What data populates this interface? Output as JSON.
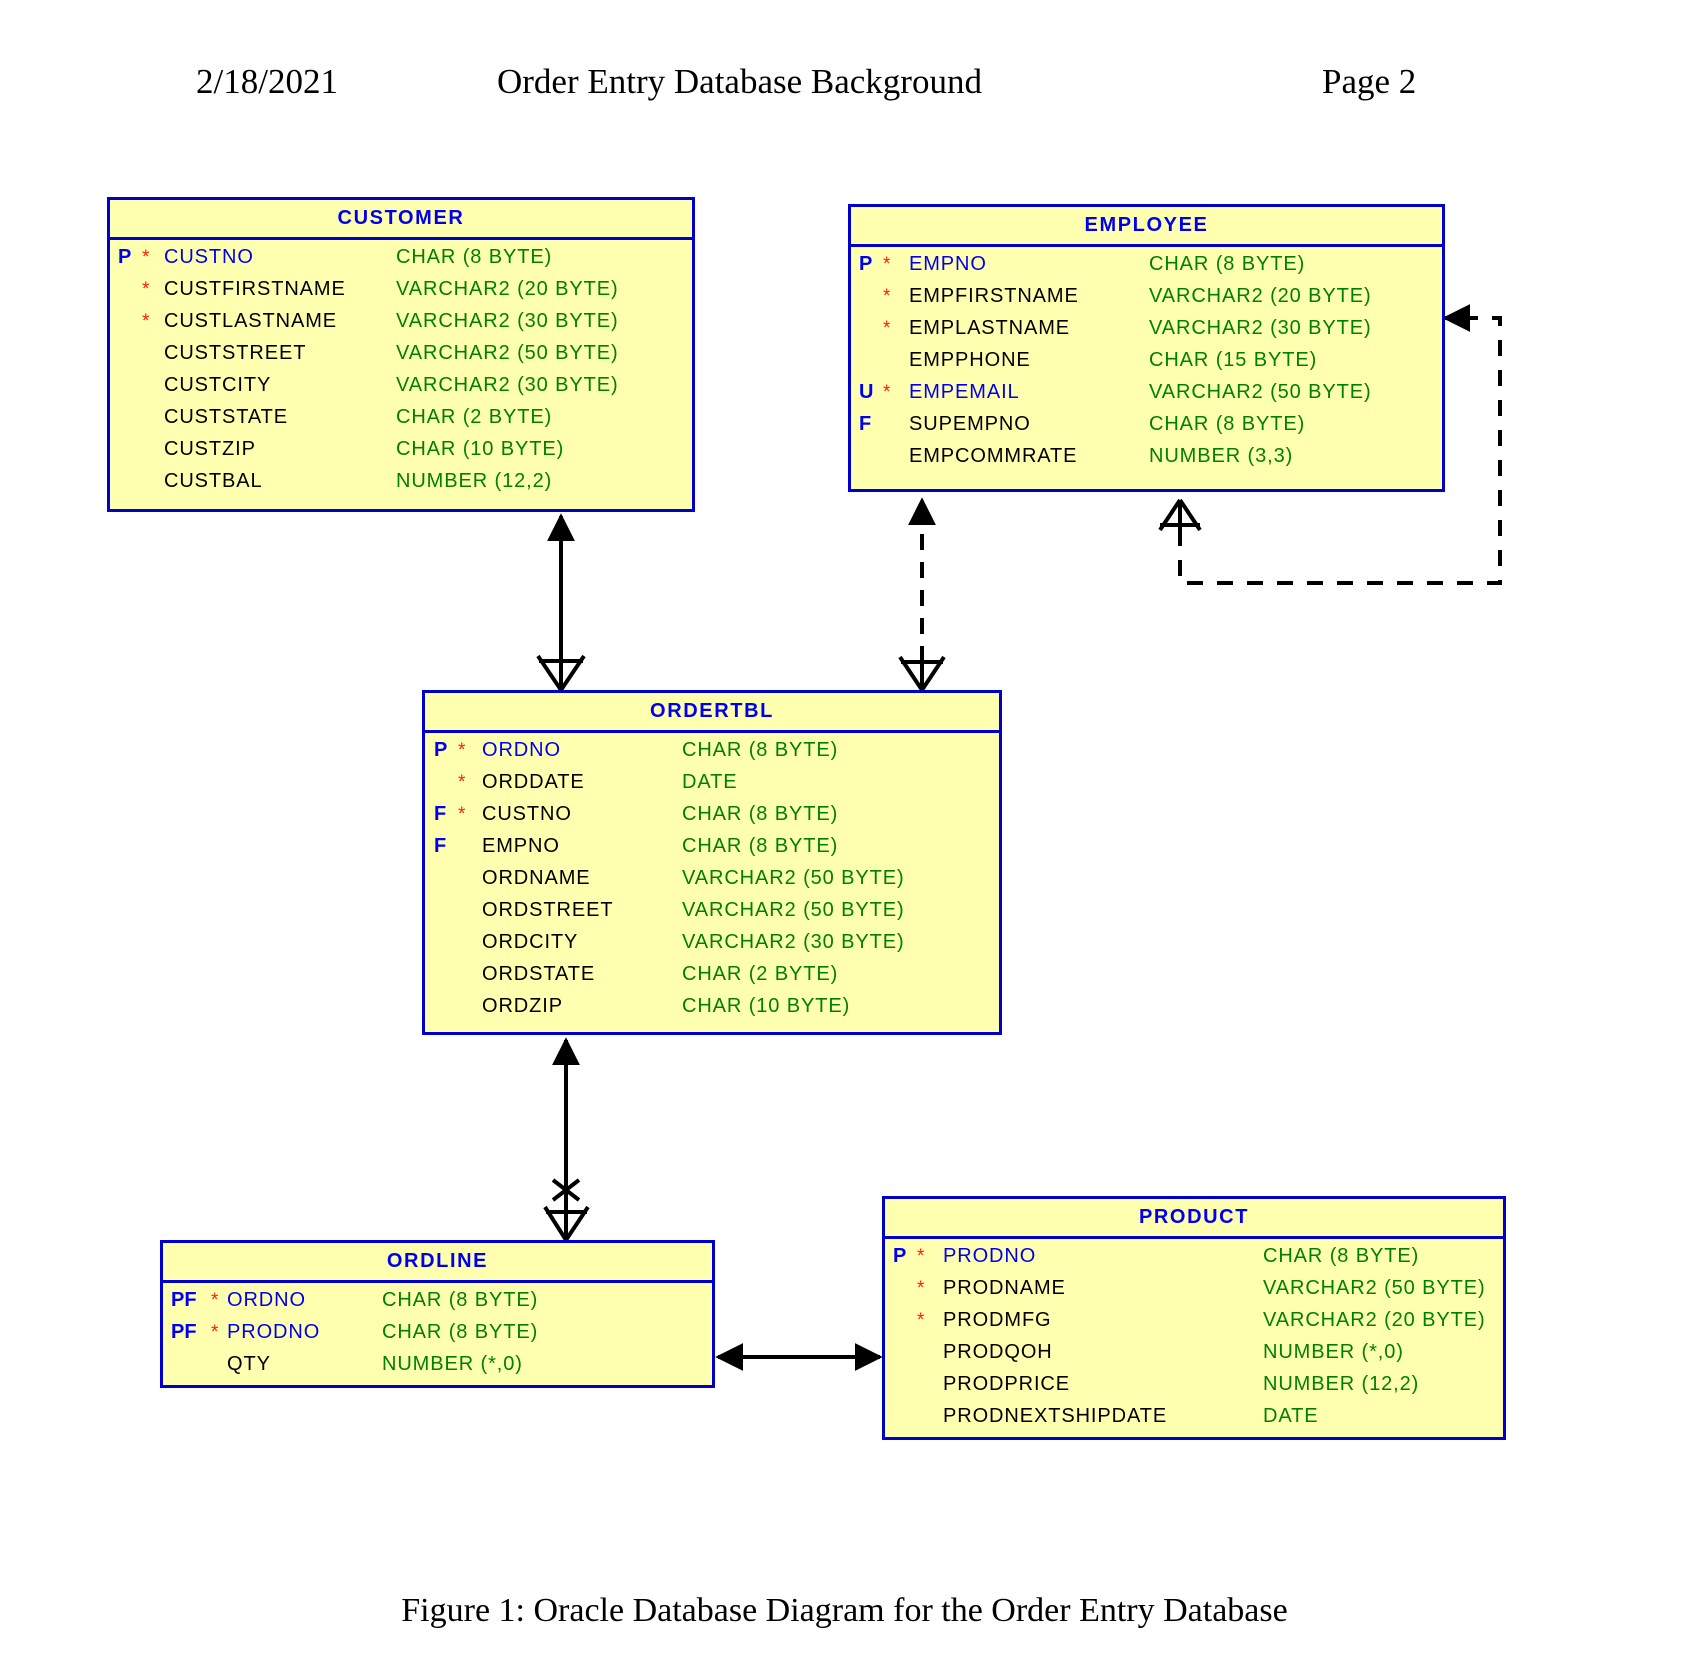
{
  "header": {
    "date": "2/18/2021",
    "title": "Order Entry Database Background",
    "page": "Page 2"
  },
  "caption": "Figure 1: Oracle Database Diagram for the Order Entry Database",
  "colors": {
    "entity_fill": "#ffffb0",
    "entity_border": "#0000cc",
    "title_text": "#0000ee",
    "datatype_text": "#008000",
    "required_marker": "#ff2200",
    "attribute_text": "#000000",
    "connector": "#000000"
  },
  "entities": [
    {
      "id": "customer",
      "name": "CUSTOMER",
      "attributes": [
        {
          "key": "P",
          "required": "*",
          "name": "CUSTNO",
          "type": "CHAR (8 BYTE)",
          "is_key": true
        },
        {
          "key": "",
          "required": "*",
          "name": "CUSTFIRSTNAME",
          "type": "VARCHAR2 (20 BYTE)",
          "is_key": false
        },
        {
          "key": "",
          "required": "*",
          "name": "CUSTLASTNAME",
          "type": "VARCHAR2 (30 BYTE)",
          "is_key": false
        },
        {
          "key": "",
          "required": "",
          "name": "CUSTSTREET",
          "type": "VARCHAR2 (50 BYTE)",
          "is_key": false
        },
        {
          "key": "",
          "required": "",
          "name": "CUSTCITY",
          "type": "VARCHAR2 (30 BYTE)",
          "is_key": false
        },
        {
          "key": "",
          "required": "",
          "name": "CUSTSTATE",
          "type": "CHAR (2 BYTE)",
          "is_key": false
        },
        {
          "key": "",
          "required": "",
          "name": "CUSTZIP",
          "type": "CHAR (10 BYTE)",
          "is_key": false
        },
        {
          "key": "",
          "required": "",
          "name": "CUSTBAL",
          "type": "NUMBER (12,2)",
          "is_key": false
        }
      ]
    },
    {
      "id": "employee",
      "name": "EMPLOYEE",
      "attributes": [
        {
          "key": "P",
          "required": "*",
          "name": "EMPNO",
          "type": "CHAR (8 BYTE)",
          "is_key": true
        },
        {
          "key": "",
          "required": "*",
          "name": "EMPFIRSTNAME",
          "type": "VARCHAR2 (20 BYTE)",
          "is_key": false
        },
        {
          "key": "",
          "required": "*",
          "name": "EMPLASTNAME",
          "type": "VARCHAR2 (30 BYTE)",
          "is_key": false
        },
        {
          "key": "",
          "required": "",
          "name": "EMPPHONE",
          "type": "CHAR (15 BYTE)",
          "is_key": false
        },
        {
          "key": "U",
          "required": "*",
          "name": "EMPEMAIL",
          "type": "VARCHAR2 (50 BYTE)",
          "is_key": true
        },
        {
          "key": "F",
          "required": "",
          "name": "SUPEMPNO",
          "type": "CHAR (8 BYTE)",
          "is_key": false
        },
        {
          "key": "",
          "required": "",
          "name": "EMPCOMMRATE",
          "type": "NUMBER (3,3)",
          "is_key": false
        }
      ]
    },
    {
      "id": "ordertbl",
      "name": "ORDERTBL",
      "attributes": [
        {
          "key": "P",
          "required": "*",
          "name": "ORDNO",
          "type": "CHAR (8 BYTE)",
          "is_key": true
        },
        {
          "key": "",
          "required": "*",
          "name": "ORDDATE",
          "type": "DATE",
          "is_key": false
        },
        {
          "key": "F",
          "required": "*",
          "name": "CUSTNO",
          "type": "CHAR (8 BYTE)",
          "is_key": false
        },
        {
          "key": "F",
          "required": "",
          "name": "EMPNO",
          "type": "CHAR (8 BYTE)",
          "is_key": false
        },
        {
          "key": "",
          "required": "",
          "name": "ORDNAME",
          "type": "VARCHAR2 (50 BYTE)",
          "is_key": false
        },
        {
          "key": "",
          "required": "",
          "name": "ORDSTREET",
          "type": "VARCHAR2 (50 BYTE)",
          "is_key": false
        },
        {
          "key": "",
          "required": "",
          "name": "ORDCITY",
          "type": "VARCHAR2 (30 BYTE)",
          "is_key": false
        },
        {
          "key": "",
          "required": "",
          "name": "ORDSTATE",
          "type": "CHAR (2 BYTE)",
          "is_key": false
        },
        {
          "key": "",
          "required": "",
          "name": "ORDZIP",
          "type": "CHAR (10 BYTE)",
          "is_key": false
        }
      ]
    },
    {
      "id": "ordline",
      "name": "ORDLINE",
      "attributes": [
        {
          "key": "PF",
          "required": "*",
          "name": "ORDNO",
          "type": "CHAR (8 BYTE)",
          "is_key": true
        },
        {
          "key": "PF",
          "required": "*",
          "name": "PRODNO",
          "type": "CHAR (8 BYTE)",
          "is_key": true
        },
        {
          "key": "",
          "required": "",
          "name": "QTY",
          "type": "NUMBER (*,0)",
          "is_key": false
        }
      ]
    },
    {
      "id": "product",
      "name": "PRODUCT",
      "attributes": [
        {
          "key": "P",
          "required": "*",
          "name": "PRODNO",
          "type": "CHAR (8 BYTE)",
          "is_key": true
        },
        {
          "key": "",
          "required": "*",
          "name": "PRODNAME",
          "type": "VARCHAR2 (50 BYTE)",
          "is_key": false
        },
        {
          "key": "",
          "required": "*",
          "name": "PRODMFG",
          "type": "VARCHAR2 (20 BYTE)",
          "is_key": false
        },
        {
          "key": "",
          "required": "",
          "name": "PRODQOH",
          "type": "NUMBER (*,0)",
          "is_key": false
        },
        {
          "key": "",
          "required": "",
          "name": "PRODPRICE",
          "type": "NUMBER (12,2)",
          "is_key": false
        },
        {
          "key": "",
          "required": "",
          "name": "PRODNEXTSHIPDATE",
          "type": "DATE",
          "is_key": false
        }
      ]
    }
  ],
  "relationships": [
    {
      "id": "customer-ordertbl",
      "from": "ORDERTBL",
      "to": "CUSTOMER",
      "style": "solid",
      "marker": "crowsfoot-arrow"
    },
    {
      "id": "employee-ordertbl",
      "from": "ORDERTBL",
      "to": "EMPLOYEE",
      "style": "dashed",
      "marker": "crowsfoot-arrow"
    },
    {
      "id": "employee-supervisor",
      "from": "EMPLOYEE",
      "to": "EMPLOYEE",
      "style": "dashed",
      "marker": "crowsfoot-arrow"
    },
    {
      "id": "ordertbl-ordline",
      "from": "ORDLINE",
      "to": "ORDERTBL",
      "style": "solid",
      "marker": "crowsfoot-arrow-nontransferable"
    },
    {
      "id": "ordline-product",
      "from": "ORDLINE",
      "to": "PRODUCT",
      "style": "solid",
      "marker": "double-arrow"
    }
  ]
}
